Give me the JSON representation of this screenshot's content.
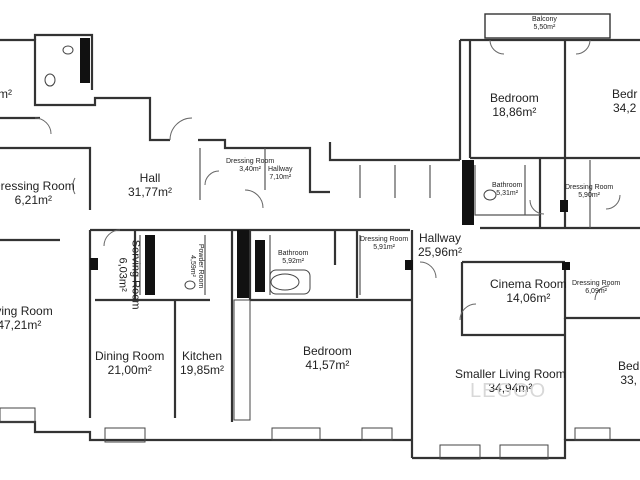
{
  "rooms": {
    "room_top_left": {
      "area": "m²"
    },
    "dressing_room_left": {
      "name": "Dressing Room",
      "area": "6,21m²"
    },
    "living_room": {
      "name": "Living Room",
      "area": "47,21m²"
    },
    "hall": {
      "name": "Hall",
      "area": "31,77m²"
    },
    "dressing_room_a": {
      "name": "Dressing Room",
      "area": "3,40m²"
    },
    "hallway_a": {
      "name": "Hallway",
      "area": "7,10m²"
    },
    "serving_room": {
      "name": "Serving Room",
      "area": "6,03m²"
    },
    "powder_room": {
      "name": "Powder Room",
      "area": "4,59m²"
    },
    "bathroom_a": {
      "name": "Bathroom",
      "area": "5,92m²"
    },
    "dressing_room_b": {
      "name": "Dressing Room",
      "area": "5,91m²"
    },
    "hallway_main": {
      "name": "Hallway",
      "area": "25,96m²"
    },
    "dining_room": {
      "name": "Dining Room",
      "area": "21,00m²"
    },
    "kitchen": {
      "name": "Kitchen",
      "area": "19,85m²"
    },
    "bedroom_center": {
      "name": "Bedroom",
      "area": "41,57m²"
    },
    "balcony": {
      "name": "Balcony",
      "area": "5,50m²"
    },
    "bedroom_top": {
      "name": "Bedroom",
      "area": "18,86m²"
    },
    "bedroom_top_right": {
      "name": "Bedr",
      "area": "34,2"
    },
    "bathroom_b": {
      "name": "Bathroom",
      "area": "5,31m²"
    },
    "dressing_room_c": {
      "name": "Dressing Room",
      "area": "5,90m²"
    },
    "cinema_room": {
      "name": "Cinema Room",
      "area": "14,06m²"
    },
    "dressing_room_d": {
      "name": "Dressing Room",
      "area": "6,09m²"
    },
    "smaller_living": {
      "name": "Smaller Living Room",
      "area": "34,94m²"
    },
    "bedroom_bottom_right": {
      "name": "Bed",
      "area": "33,"
    }
  },
  "watermark": "LEGGO"
}
